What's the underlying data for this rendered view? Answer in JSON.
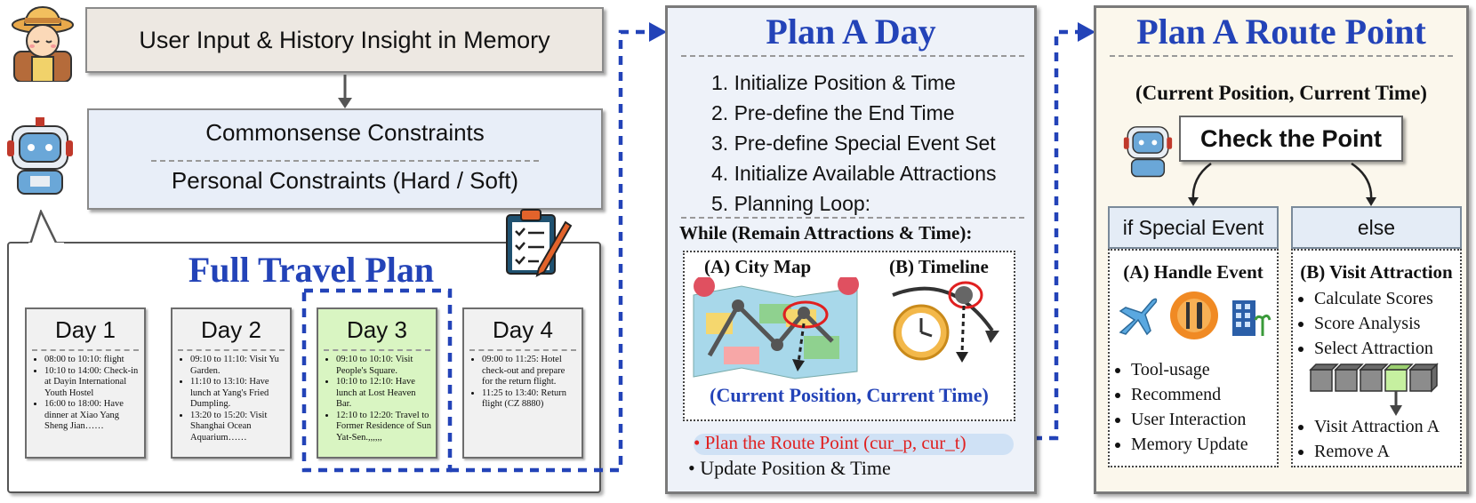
{
  "user_input": "User Input & History Insight in Memory",
  "constraints": {
    "commonsense": "Commonsense Constraints",
    "personal": "Personal Constraints (Hard / Soft)"
  },
  "full_plan": {
    "title": "Full Travel Plan",
    "days": [
      {
        "title": "Day 1",
        "items": [
          "08:00 to 10:10: flight",
          "10:10 to 14:00: Check-in at Dayin International Youth Hostel",
          "16:00 to 18:00: Have dinner at Xiao Yang Sheng Jian……"
        ]
      },
      {
        "title": "Day 2",
        "items": [
          "09:10 to 11:10: Visit Yu Garden.",
          "11:10 to 13:10: Have lunch at Yang's Fried Dumpling.",
          "13:20 to 15:20: Visit Shanghai Ocean Aquarium……"
        ]
      },
      {
        "title": "Day 3",
        "items": [
          "09:10 to 10:10: Visit People's Square.",
          "10:10 to 12:10: Have lunch at Lost Heaven Bar.",
          "12:10 to 12:20: Travel to Former Residence of Sun Yat-Sen.,,,,,,"
        ]
      },
      {
        "title": "Day 4",
        "items": [
          "09:00 to 11:25: Hotel check-out and prepare for the return flight.",
          "11:25 to 13:40: Return flight (CZ 8880)"
        ]
      }
    ]
  },
  "plan_day": {
    "title": "Plan A Day",
    "steps": [
      "1. Initialize Position & Time",
      "2. Pre-define the End Time",
      "3. Pre-define Special Event Set",
      "4. Initialize Available Attractions",
      "5. Planning Loop:"
    ],
    "while": "While (Remain Attractions & Time):",
    "city_map": "(A) City Map",
    "timeline": "(B) Timeline",
    "current": "(Current Position, Current Time)",
    "route_point": "Plan the Route Point (cur_p, cur_t)",
    "update": "Update Position & Time"
  },
  "route": {
    "title": "Plan A Route Point",
    "current": "(Current Position, Current Time)",
    "check": "Check the Point",
    "if_label": "if Special Event",
    "else_label": "else",
    "handle_title": "(A) Handle Event",
    "handle_items": [
      "Tool-usage",
      "Recommend",
      "User Interaction",
      "Memory Update"
    ],
    "visit_title": "(B) Visit Attraction",
    "visit_items": [
      "Calculate Scores",
      "Score Analysis",
      "Select Attraction"
    ],
    "visit_items2": [
      "Visit Attraction A",
      "Remove A"
    ]
  },
  "colors": {
    "title_blue": "#2343b8",
    "arrow_blue": "#2343b8",
    "highlight_day": "#d9f5c2",
    "route_red": "#e02020"
  }
}
